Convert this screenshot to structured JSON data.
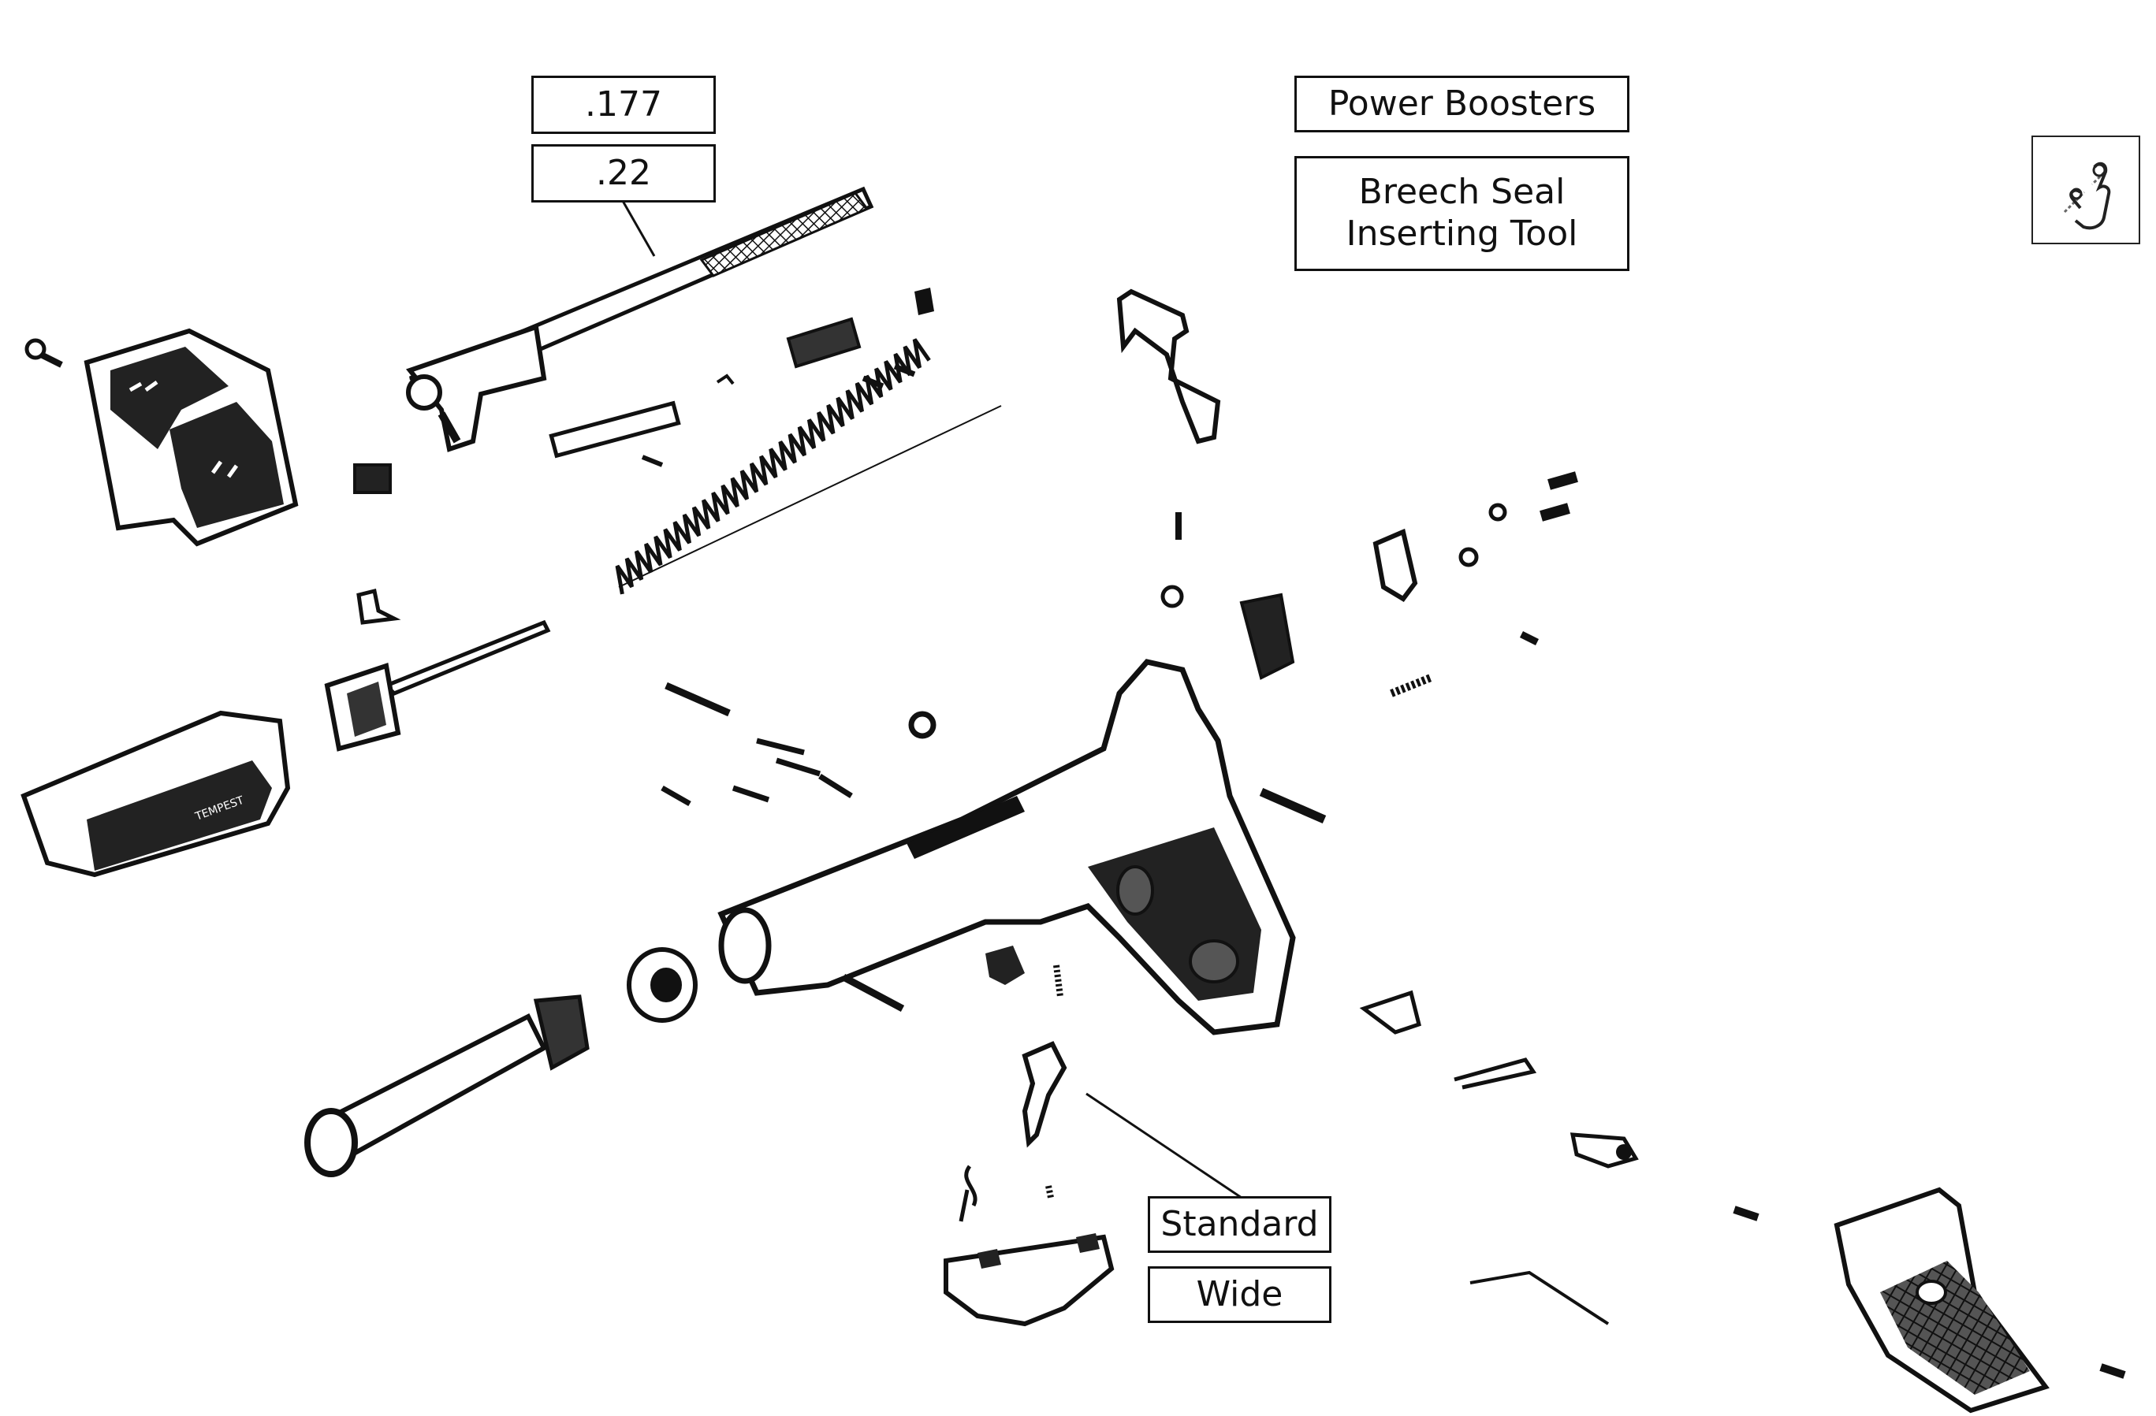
{
  "labels": {
    "caliber_177": ".177",
    "caliber_22": ".22",
    "power_boosters": "Power Boosters",
    "breech_seal_tool": "Breech Seal\nInserting Tool",
    "trigger_standard": "Standard",
    "trigger_wide": "Wide"
  },
  "grip_marking": "TEMPEST",
  "icons": {
    "touch_zoom": "pinch-zoom-icon"
  },
  "colors": {
    "ink": "#111111",
    "background": "#ffffff"
  }
}
